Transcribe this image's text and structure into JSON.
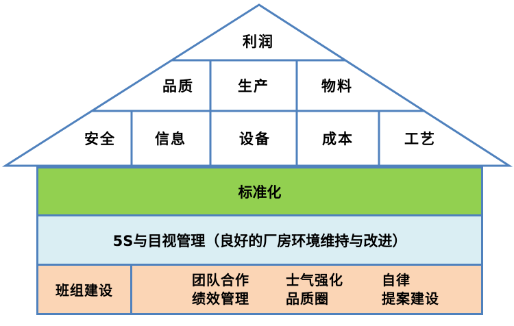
{
  "colors": {
    "border": "#4F81BD",
    "green": "#92D050",
    "lightblue": "#DAEEF3",
    "peach": "#FBD5B5",
    "background": "#FFFFFF",
    "text": "#000000"
  },
  "roof": {
    "apex_label": "利润",
    "row2": [
      {
        "label": "品质"
      },
      {
        "label": "生产"
      },
      {
        "label": "物料"
      }
    ],
    "row3": [
      {
        "label": "安全"
      },
      {
        "label": "信息"
      },
      {
        "label": "设备"
      },
      {
        "label": "成本"
      },
      {
        "label": "工艺"
      }
    ]
  },
  "body": {
    "standardization_label": "标准化",
    "five_s_label": "5S与目视管理（良好的厂房环境维持与改进）",
    "foundation": {
      "team_label": "班组建设",
      "groups": [
        {
          "line1": "团队合作",
          "line2": "绩效管理"
        },
        {
          "line1": "士气强化",
          "line2": "品质圈"
        },
        {
          "line1": "自律",
          "line2": "提案建设"
        }
      ]
    }
  }
}
